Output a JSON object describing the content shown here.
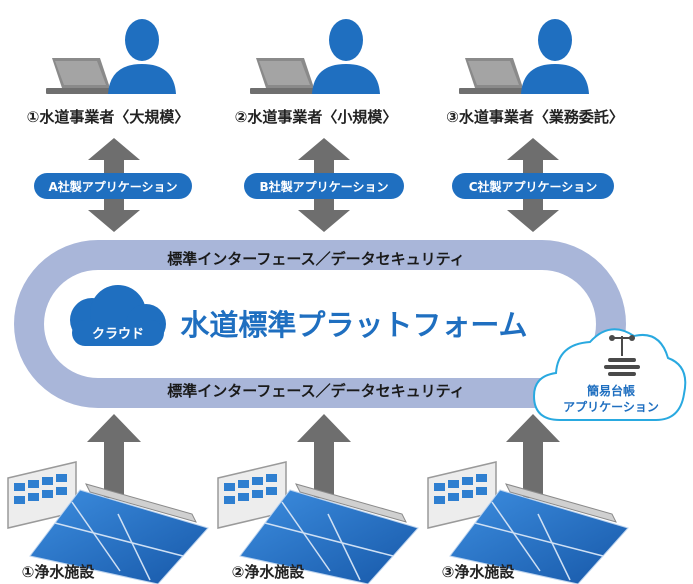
{
  "operators": [
    {
      "label": "①水道事業者〈大規模〉",
      "app": "A社製アプリケーション"
    },
    {
      "label": "②水道事業者〈小規模〉",
      "app": "B社製アプリケーション"
    },
    {
      "label": "③水道事業者〈業務委託〉",
      "app": "C社製アプリケーション"
    }
  ],
  "platform": {
    "title": "水道標準プラットフォーム",
    "cloud_label": "クラウド",
    "interface_top": "標準インターフェース／データセキュリティ",
    "interface_bottom": "標準インターフェース／データセキュリティ"
  },
  "ledger_app": {
    "line1": "簡易台帳",
    "line2": "アプリケーション"
  },
  "facilities": [
    {
      "label": "①浄水施設"
    },
    {
      "label": "②浄水施設"
    },
    {
      "label": "③浄水施設"
    }
  ],
  "colors": {
    "brand_blue": "#1f6fc0",
    "ring": "#a9b6d9",
    "arrow_gray": "#6e6e6e",
    "panel_blue": "#2f7fd0",
    "sky_blue": "#29a9e0"
  }
}
